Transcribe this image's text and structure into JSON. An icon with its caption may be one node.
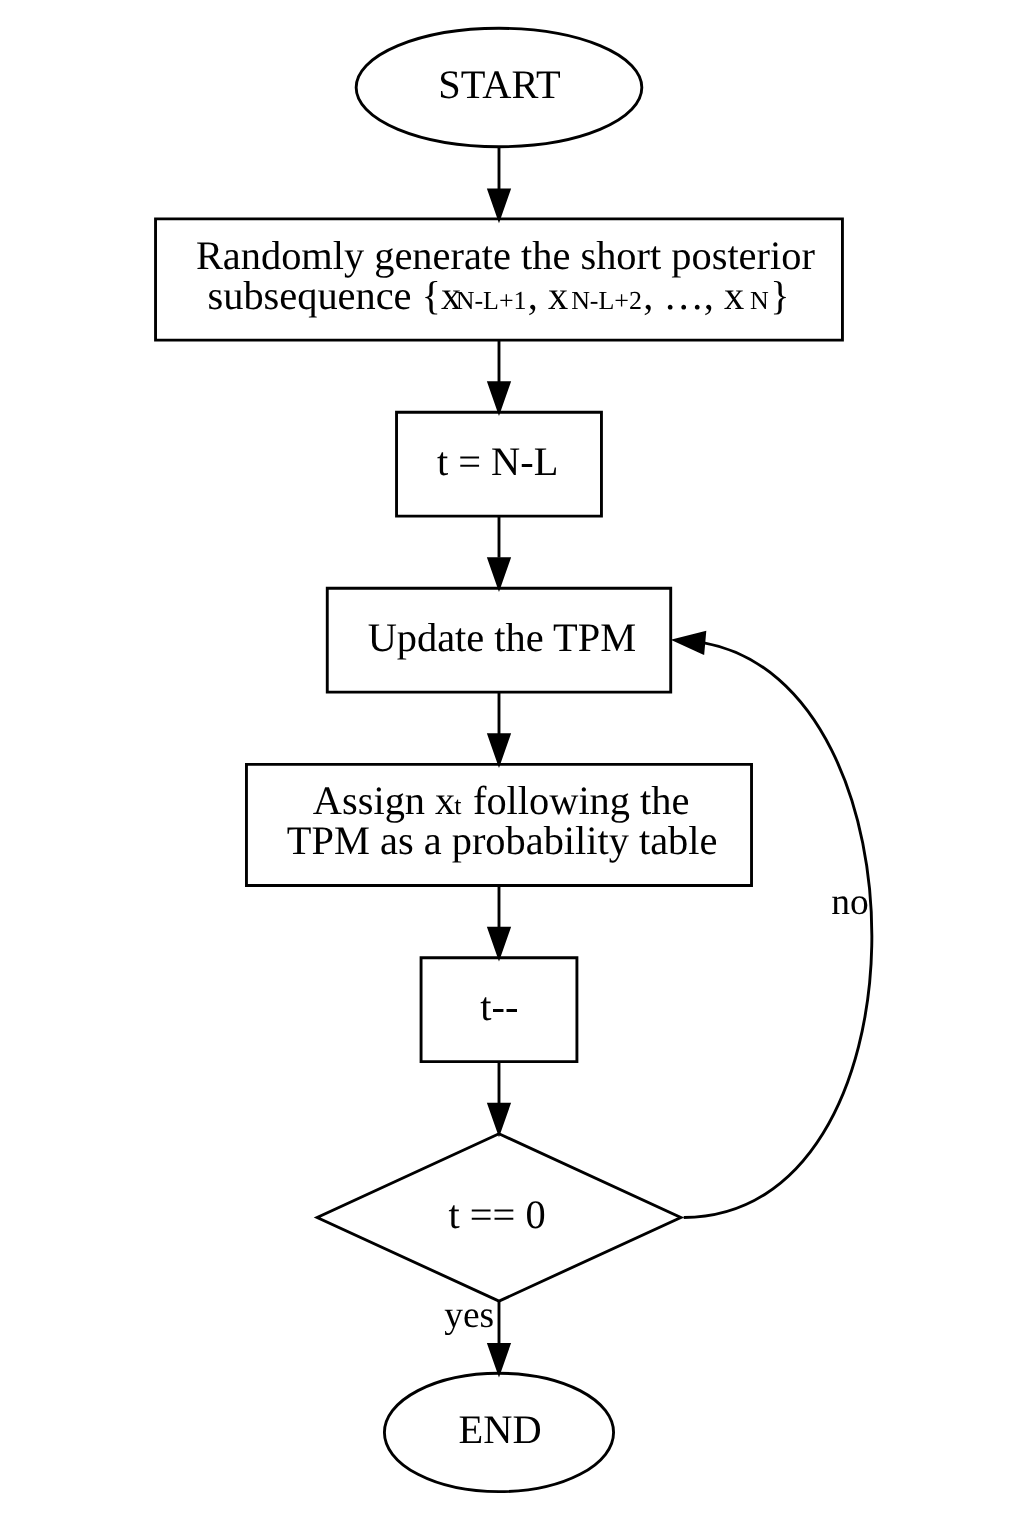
{
  "diagram": {
    "nodes": [
      {
        "text": [
          "START"
        ]
      },
      {
        "text": [
          "Randomly generate the short posterior subsequence {x$_{N-L+1}$, x$_{N-L+2}$, …, x$_{N}$}"
        ]
      },
      {
        "text": [
          "t = N-L"
        ]
      },
      {
        "text": [
          "Update the TPM"
        ]
      },
      {
        "text": [
          "Assign x$_{t}$ following the TPM as a probability table"
        ]
      },
      {
        "text": [
          "t--"
        ]
      },
      {
        "text": [
          "t == 0"
        ]
      },
      {
        "text": [
          "END"
        ]
      }
    ],
    "edges": [
      {
        "from": 0,
        "to": 1,
        "arrow": "to"
      },
      {
        "from": 1,
        "to": 2,
        "arrow": "to"
      },
      {
        "from": 2,
        "to": 3,
        "arrow": "to"
      },
      {
        "from": 3,
        "to": 4,
        "arrow": "to"
      },
      {
        "from": 4,
        "to": 5,
        "arrow": "to"
      },
      {
        "from": 5,
        "to": 6,
        "arrow": "to"
      },
      {
        "from": 6,
        "to": 7,
        "label": "yes",
        "arrow": "to"
      },
      {
        "from": 6,
        "to": 3,
        "label": "no",
        "arrow": "to"
      }
    ]
  }
}
